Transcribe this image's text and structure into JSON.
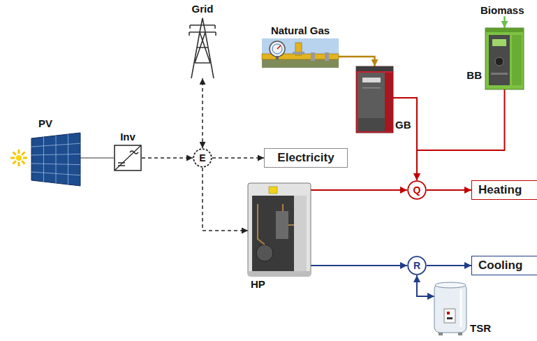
{
  "diagram": {
    "nodes": [
      {
        "text": [
          "Grid"
        ]
      },
      {
        "text": [
          "Natural Gas"
        ]
      },
      {
        "text": [
          "Biomass"
        ]
      },
      {
        "text": [
          "GB"
        ]
      },
      {
        "text": [
          "BB"
        ]
      },
      {
        "text": [
          "PV"
        ]
      },
      {
        "text": [
          "Inv"
        ]
      },
      {
        "text": [
          "E"
        ]
      },
      {
        "text": [
          "Electricity"
        ]
      },
      {
        "text": [
          "Q"
        ]
      },
      {
        "text": [
          "Heating"
        ]
      },
      {
        "text": [
          "HP"
        ]
      },
      {
        "text": [
          "R"
        ]
      },
      {
        "text": [
          "Cooling"
        ]
      },
      {
        "text": [
          "TSR"
        ]
      }
    ],
    "edges": [
      {
        "from": 5,
        "to": 6,
        "arrow": "none"
      },
      {
        "from": 6,
        "to": 7,
        "arrow": "to"
      },
      {
        "from": 7,
        "to": 0,
        "arrow": "both"
      },
      {
        "from": 7,
        "to": 8,
        "arrow": "to"
      },
      {
        "from": 7,
        "to": 11,
        "arrow": "to"
      },
      {
        "from": 1,
        "to": 3,
        "arrow": "to"
      },
      {
        "from": 2,
        "to": 4,
        "arrow": "to"
      },
      {
        "from": 3,
        "to": 9,
        "arrow": "to"
      },
      {
        "from": 4,
        "to": 9,
        "arrow": "to"
      },
      {
        "from": 11,
        "to": 9,
        "arrow": "to"
      },
      {
        "from": 9,
        "to": 10,
        "arrow": "to"
      },
      {
        "from": 11,
        "to": 12,
        "arrow": "to"
      },
      {
        "from": 12,
        "to": 13,
        "arrow": "to"
      },
      {
        "from": 14,
        "to": 12,
        "arrow": "both"
      }
    ]
  }
}
